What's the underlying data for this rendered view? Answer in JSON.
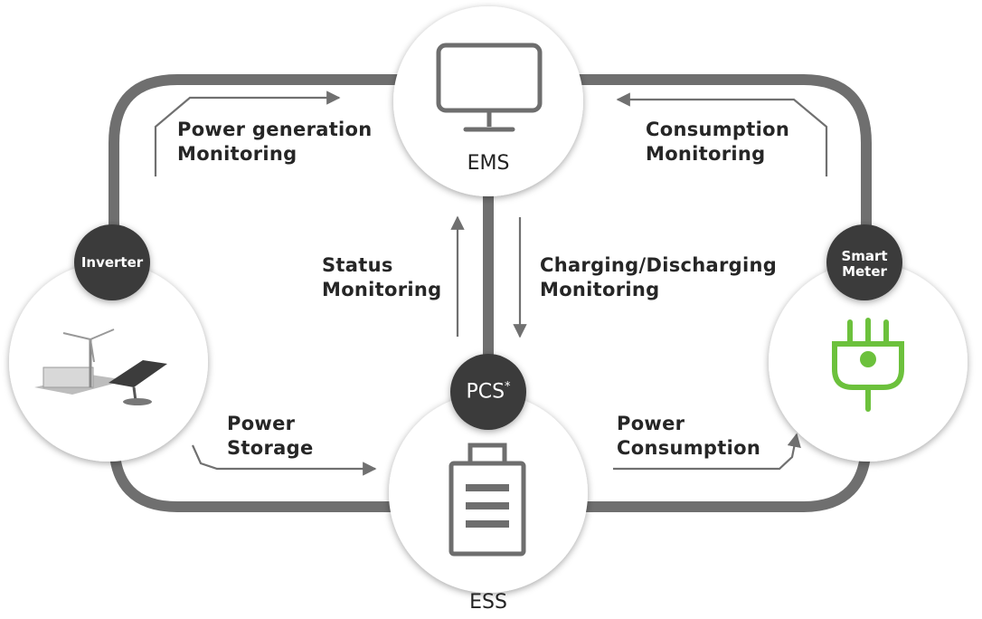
{
  "nodes": {
    "ems": {
      "label": "EMS"
    },
    "ess": {
      "label": "ESS"
    },
    "inverter": {
      "label": "Inverter"
    },
    "smart_meter": {
      "line1": "Smart",
      "line2": "Meter"
    },
    "pcs": {
      "label": "PCS",
      "mark": "*"
    }
  },
  "flows": {
    "power_generation": {
      "line1": "Power generation",
      "line2": "Monitoring"
    },
    "consumption_monitoring": {
      "line1": "Consumption",
      "line2": "Monitoring"
    },
    "status_monitoring": {
      "line1": "Status",
      "line2": "Monitoring"
    },
    "charging_discharging": {
      "line1": "Charging/Discharging",
      "line2": "Monitoring"
    },
    "power_storage": {
      "line1": "Power",
      "line2": "Storage"
    },
    "power_consumption": {
      "line1": "Power",
      "line2": "Consumption"
    }
  },
  "colors": {
    "loop": "#6f6f6f",
    "badge": "#3a3a3a",
    "icon_gray": "#6e6e6e",
    "plug_green": "#6cc13c"
  }
}
